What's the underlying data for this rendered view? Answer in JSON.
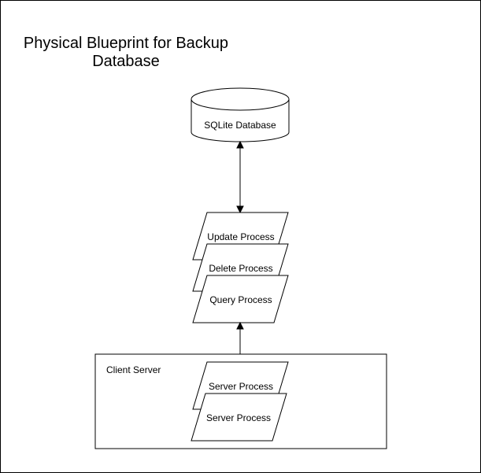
{
  "title": {
    "line1": "Physical Blueprint for Backup",
    "line2": "Database"
  },
  "database": {
    "label": "SQLite Database"
  },
  "processes": [
    {
      "label": "Update Process"
    },
    {
      "label": "Delete Process"
    },
    {
      "label": "Query Process"
    }
  ],
  "client_server": {
    "label": "Client Server",
    "processes": [
      {
        "label": "Server Process"
      },
      {
        "label": "Server Process"
      }
    ]
  },
  "colors": {
    "stroke": "#000000",
    "fill": "#ffffff"
  }
}
